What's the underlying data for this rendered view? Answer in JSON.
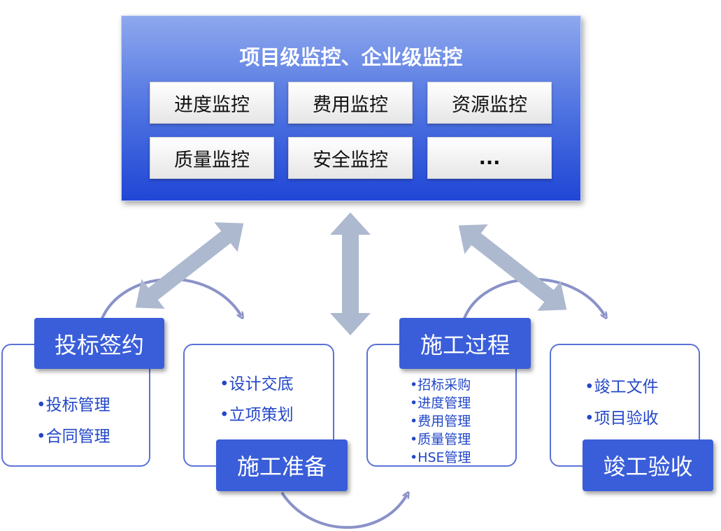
{
  "monitoring": {
    "title": "项目级监控、企业级监控",
    "items": [
      "进度监控",
      "费用监控",
      "资源监控",
      "质量监控",
      "安全监控",
      "..."
    ]
  },
  "stages": [
    {
      "label": "投标签约",
      "items": [
        "•投标管理",
        "•合同管理"
      ]
    },
    {
      "label": "施工准备",
      "items": [
        "•设计交底",
        "•立项策划"
      ]
    },
    {
      "label": "施工过程",
      "items": [
        "•招标采购",
        "•进度管理",
        "•费用管理",
        "•质量管理",
        "•HSE管理"
      ]
    },
    {
      "label": "竣工验收",
      "items": [
        "•竣工文件",
        "•项目验收"
      ]
    }
  ],
  "colors": {
    "panel_top": "#8ea8ee",
    "panel_bottom": "#2046d6",
    "label_fill": "#3a5ed9",
    "card_border": "#5b73d6",
    "item_text": "#2347c8",
    "connector_arrow": "#adb9cf",
    "cycle_arrow": "#8a92c8"
  }
}
